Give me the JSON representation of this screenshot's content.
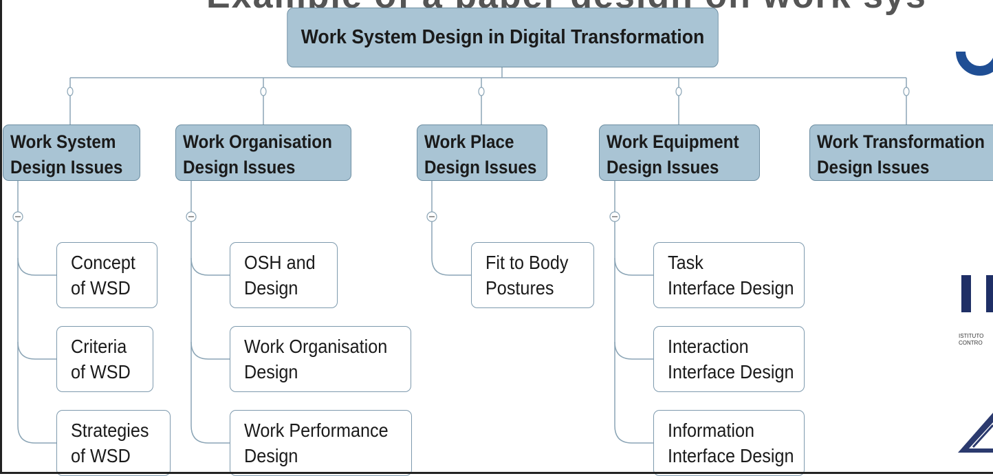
{
  "header_partial": "Example of a paper design on work sys",
  "root": {
    "label": "Work System Design in Digital Transformation"
  },
  "categories": [
    {
      "line1": "Work System",
      "line2": "Design Issues",
      "items": [
        {
          "line1": "Concept",
          "line2": "of WSD"
        },
        {
          "line1": "Criteria",
          "line2": "of WSD"
        },
        {
          "line1": "Strategies",
          "line2": "of WSD"
        }
      ]
    },
    {
      "line1": "Work Organisation",
      "line2": "Design Issues",
      "items": [
        {
          "line1": "OSH and",
          "line2": "Design"
        },
        {
          "line1": "Work Organisation",
          "line2": "Design"
        },
        {
          "line1": "Work Performance",
          "line2": "Design"
        }
      ]
    },
    {
      "line1": "Work Place",
      "line2": "Design Issues",
      "items": [
        {
          "line1": "Fit to Body",
          "line2": "Postures"
        }
      ]
    },
    {
      "line1": "Work Equipment",
      "line2": "Design Issues",
      "items": [
        {
          "line1": "Task",
          "line2": "Interface Design"
        },
        {
          "line1": "Interaction",
          "line2": "Interface Design"
        },
        {
          "line1": "Information",
          "line2": "Interface Design"
        }
      ]
    },
    {
      "line1": "Work Transformation",
      "line2": "Design Issues",
      "items": []
    }
  ],
  "logos": {
    "small_text_line1": "ISTITUTO",
    "small_text_line2": "CONTRO"
  },
  "colors": {
    "node_fill": "#a9c4d4",
    "node_border": "#6c8da1",
    "line": "#8aa4b5",
    "logo_blue": "#1f4e94"
  }
}
